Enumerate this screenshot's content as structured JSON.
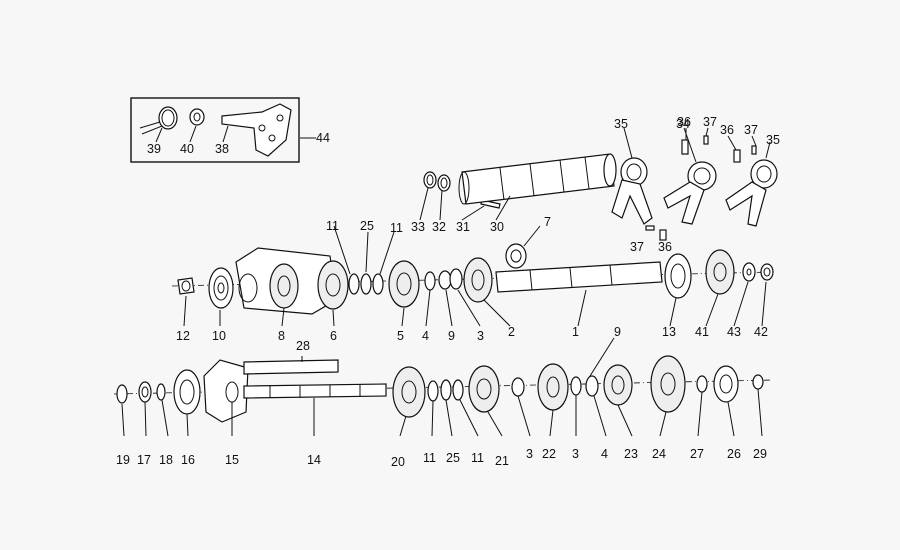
{
  "diagram": {
    "callouts": [
      {
        "id": "c39",
        "text": "39"
      },
      {
        "id": "c40",
        "text": "40"
      },
      {
        "id": "c38",
        "text": "38"
      },
      {
        "id": "c44",
        "text": "44"
      },
      {
        "id": "c35a",
        "text": "35"
      },
      {
        "id": "c34",
        "text": "34"
      },
      {
        "id": "c36a",
        "text": "36"
      },
      {
        "id": "c37a",
        "text": "37"
      },
      {
        "id": "c36b",
        "text": "36"
      },
      {
        "id": "c37b",
        "text": "37"
      },
      {
        "id": "c35b",
        "text": "35"
      },
      {
        "id": "c33",
        "text": "33"
      },
      {
        "id": "c32",
        "text": "32"
      },
      {
        "id": "c31",
        "text": "31"
      },
      {
        "id": "c30",
        "text": "30"
      },
      {
        "id": "c37c",
        "text": "37"
      },
      {
        "id": "c36c",
        "text": "36"
      },
      {
        "id": "c7",
        "text": "7"
      },
      {
        "id": "c11a",
        "text": "11"
      },
      {
        "id": "c25a",
        "text": "25"
      },
      {
        "id": "c11b",
        "text": "11"
      },
      {
        "id": "c12",
        "text": "12"
      },
      {
        "id": "c10",
        "text": "10"
      },
      {
        "id": "c8",
        "text": "8"
      },
      {
        "id": "c6",
        "text": "6"
      },
      {
        "id": "c5",
        "text": "5"
      },
      {
        "id": "c4a",
        "text": "4"
      },
      {
        "id": "c9a",
        "text": "9"
      },
      {
        "id": "c3a",
        "text": "3"
      },
      {
        "id": "c2",
        "text": "2"
      },
      {
        "id": "c1",
        "text": "1"
      },
      {
        "id": "c13",
        "text": "13"
      },
      {
        "id": "c41",
        "text": "41"
      },
      {
        "id": "c43",
        "text": "43"
      },
      {
        "id": "c42",
        "text": "42"
      },
      {
        "id": "c28",
        "text": "28"
      },
      {
        "id": "c9b",
        "text": "9"
      },
      {
        "id": "c19",
        "text": "19"
      },
      {
        "id": "c17",
        "text": "17"
      },
      {
        "id": "c18",
        "text": "18"
      },
      {
        "id": "c16",
        "text": "16"
      },
      {
        "id": "c15",
        "text": "15"
      },
      {
        "id": "c14",
        "text": "14"
      },
      {
        "id": "c20",
        "text": "20"
      },
      {
        "id": "c11c",
        "text": "11"
      },
      {
        "id": "c25b",
        "text": "25"
      },
      {
        "id": "c11d",
        "text": "11"
      },
      {
        "id": "c21",
        "text": "21"
      },
      {
        "id": "c3b",
        "text": "3"
      },
      {
        "id": "c22",
        "text": "22"
      },
      {
        "id": "c3c",
        "text": "3"
      },
      {
        "id": "c4b",
        "text": "4"
      },
      {
        "id": "c23",
        "text": "23"
      },
      {
        "id": "c24",
        "text": "24"
      },
      {
        "id": "c27",
        "text": "27"
      },
      {
        "id": "c26",
        "text": "26"
      },
      {
        "id": "c29",
        "text": "29"
      }
    ]
  }
}
